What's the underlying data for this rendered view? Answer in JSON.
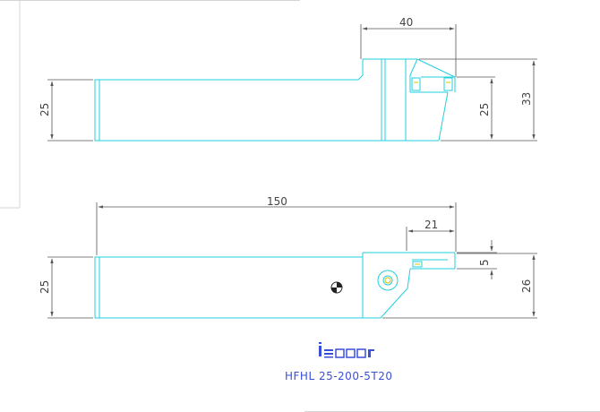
{
  "drawing": {
    "colors": {
      "outline": "#22cfe0",
      "dimension": "#555555",
      "accent": "#e0c000",
      "brand": "#3a4fd8",
      "frame": "#d4d4d4"
    },
    "top_view": {
      "dims": {
        "width_40": "40",
        "height_25_left": "25",
        "height_25_right": "25",
        "height_33": "33"
      }
    },
    "side_view": {
      "dims": {
        "length_150": "150",
        "length_21": "21",
        "height_25": "25",
        "height_5": "5",
        "height_26": "26"
      }
    },
    "brand": {
      "logo": "iscar",
      "model": "HFHL 25-200-5T20"
    }
  }
}
